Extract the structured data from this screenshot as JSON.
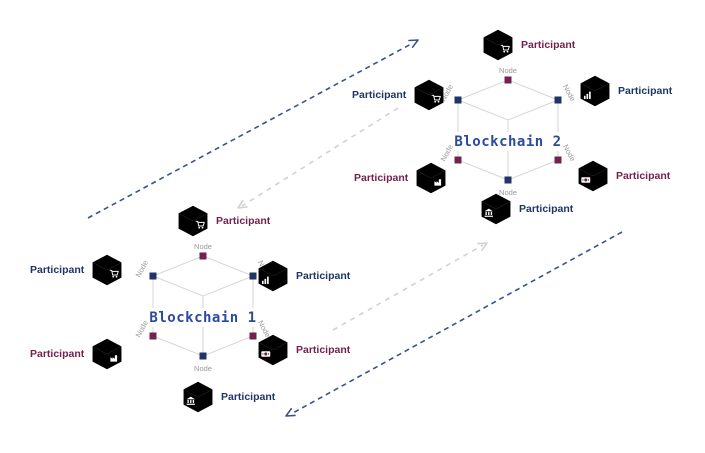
{
  "colors": {
    "navy": "#1f3565",
    "maroon": "#72234c",
    "title_blue": "#2b4aa0",
    "arrow_blue": "#3a5291",
    "arrow_gray": "#d2d2d2",
    "wireframe_gray": "#d6d6d6",
    "node_label_gray": "#9a9a9a"
  },
  "arrows": [
    {
      "name": "blue-dashed-arrow-upper-left",
      "direction": "up-right",
      "style": "dashed",
      "color": "#3a5291"
    },
    {
      "name": "gray-dashed-arrow-chain2-to-chain1",
      "direction": "down-left",
      "style": "dashed",
      "color": "#d2d2d2"
    },
    {
      "name": "gray-dashed-arrow-chain1-to-chain2",
      "direction": "up-right",
      "style": "dashed",
      "color": "#d2d2d2"
    },
    {
      "name": "blue-dashed-arrow-lower-right",
      "direction": "down-left",
      "style": "dashed",
      "color": "#3a5291"
    }
  ],
  "blockchains": [
    {
      "title": "Blockchain 1",
      "node_label": "Node",
      "participants": [
        {
          "position": "top",
          "label": "Participant",
          "icon": "shopping-cart",
          "color": "maroon"
        },
        {
          "position": "upper-left",
          "label": "Participant",
          "icon": "shopping-cart",
          "color": "navy"
        },
        {
          "position": "upper-right",
          "label": "Participant",
          "icon": "bar-chart",
          "color": "navy"
        },
        {
          "position": "lower-left",
          "label": "Participant",
          "icon": "factory",
          "color": "maroon"
        },
        {
          "position": "lower-right",
          "label": "Participant",
          "icon": "banknote",
          "color": "maroon"
        },
        {
          "position": "bottom",
          "label": "Participant",
          "icon": "bank",
          "color": "navy"
        }
      ]
    },
    {
      "title": "Blockchain 2",
      "node_label": "Node",
      "participants": [
        {
          "position": "top",
          "label": "Participant",
          "icon": "shopping-cart",
          "color": "maroon"
        },
        {
          "position": "upper-left",
          "label": "Participant",
          "icon": "shopping-cart",
          "color": "navy"
        },
        {
          "position": "upper-right",
          "label": "Participant",
          "icon": "bar-chart",
          "color": "navy"
        },
        {
          "position": "lower-left",
          "label": "Participant",
          "icon": "factory",
          "color": "maroon"
        },
        {
          "position": "lower-right",
          "label": "Participant",
          "icon": "banknote",
          "color": "maroon"
        },
        {
          "position": "bottom",
          "label": "Participant",
          "icon": "bank",
          "color": "navy"
        }
      ]
    }
  ]
}
